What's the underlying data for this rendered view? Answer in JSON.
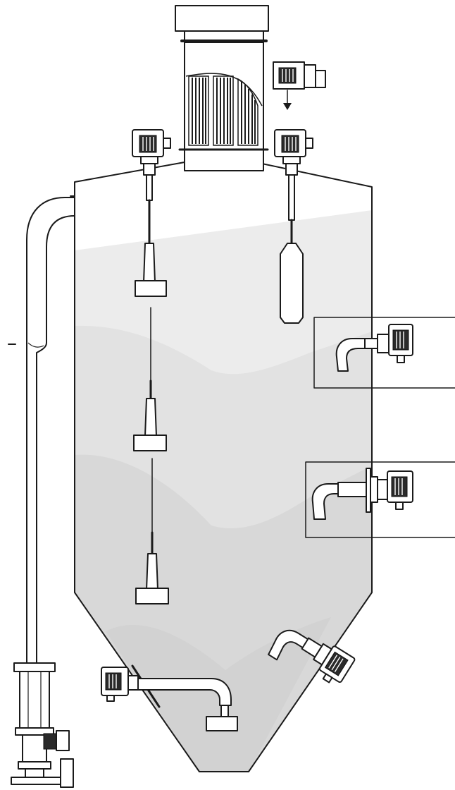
{
  "diagram": {
    "fills": {
      "bulk_light": "#ececec",
      "bulk_mid": "#e2e2e2",
      "bulk_dark": "#d8d8d8",
      "line": "#1a1a1a",
      "background": "#ffffff"
    },
    "components": [
      "silo",
      "dust-filter",
      "fill-pipe",
      "rotary-valve",
      "cable-paddle-switch",
      "cable-pendulum-probe",
      "side-mount-paddle-switch",
      "side-mount-paddle-switch-extended",
      "cone-angled-paddle-switch",
      "bottom-elbow-paddle-switch",
      "spare-housing-detail"
    ]
  }
}
